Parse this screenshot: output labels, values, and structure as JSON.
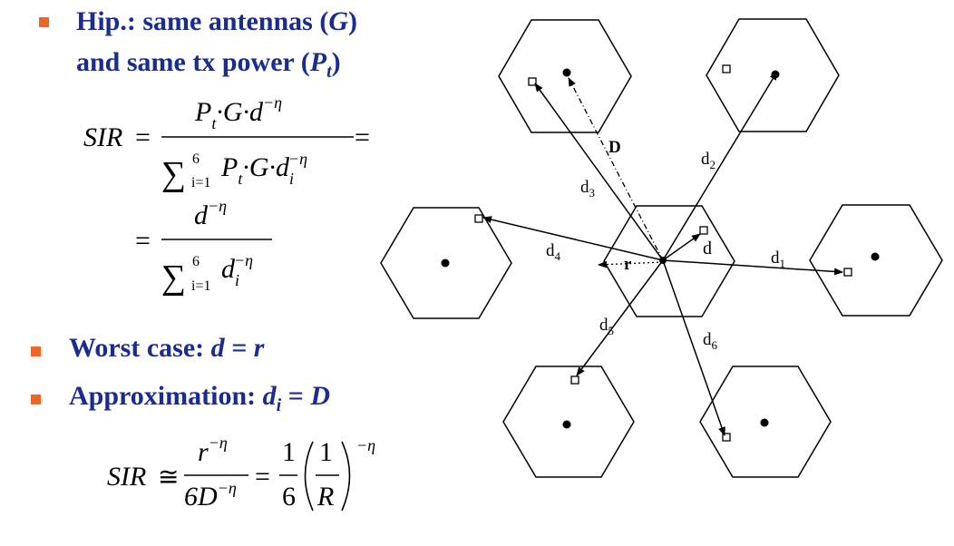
{
  "bullets": {
    "hip_line1_prefix": "Hip.: same antennas (",
    "hip_G": "G",
    "hip_line1_suffix": ")",
    "hip_line2_prefix": "and same tx power (",
    "hip_P": "P",
    "hip_t": "t",
    "hip_line2_suffix": ")",
    "worst_prefix": "Worst case: ",
    "worst_expr": "d = r",
    "approx_prefix": "Approximation: ",
    "approx_d": "d",
    "approx_i": "i",
    "approx_eq": " = ",
    "approx_D": "D"
  },
  "formulas": {
    "sir": "SIR",
    "eq": "=",
    "approx_eq": "≅",
    "num1_P": "P",
    "num1_t": "t",
    "num1_rest": "·G·d",
    "neg_eta": "−η",
    "sum": "∑",
    "sum_upper": "6",
    "sum_lower": "i=1",
    "den1_P": "P",
    "den1_t": "t",
    "den1_rest": "·G·d",
    "den_i": "i",
    "num2_d": "d",
    "den2_d": "d",
    "r": "r",
    "six_D": "6D",
    "one": "1",
    "six": "6",
    "R": "R"
  },
  "diagram": {
    "labels": {
      "D": "D",
      "d": "d",
      "r": "r",
      "d1": "d",
      "d1_sub": "1",
      "d2": "d",
      "d2_sub": "2",
      "d3": "d",
      "d3_sub": "3",
      "d4": "d",
      "d4_sub": "4",
      "d5": "d",
      "d5_sub": "5",
      "d6": "d",
      "d6_sub": "6"
    }
  }
}
